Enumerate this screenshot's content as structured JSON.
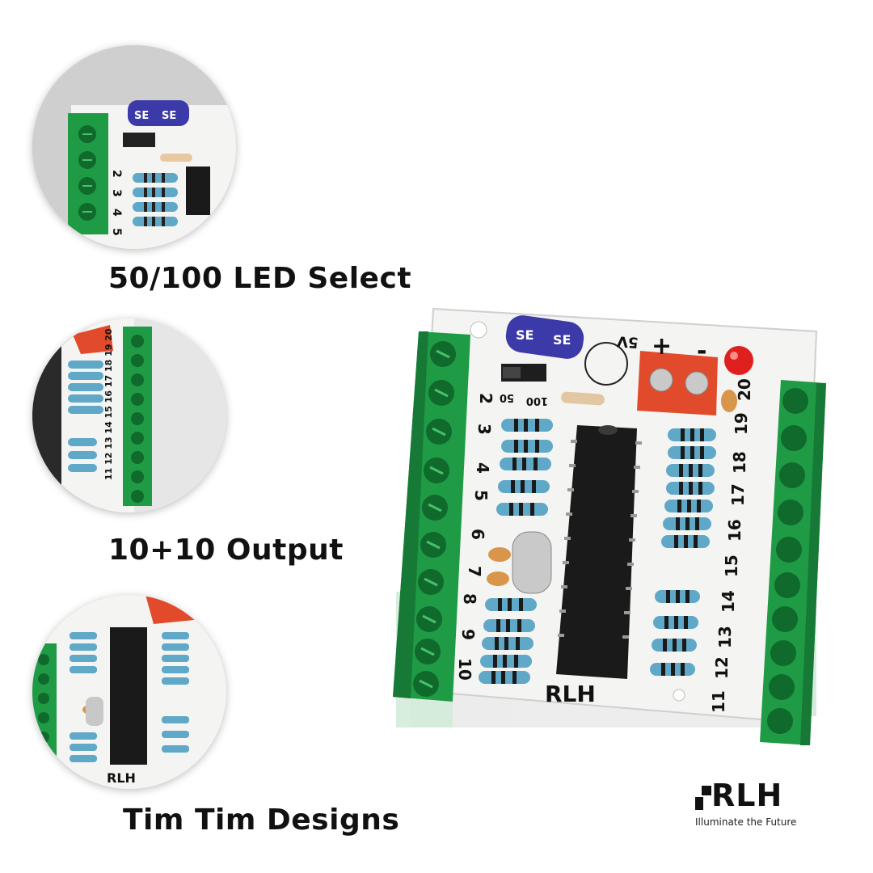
{
  "features": [
    {
      "label": "50/100 LED Select"
    },
    {
      "label": "10+10 Output"
    },
    {
      "label": "Tim Tim Designs"
    }
  ],
  "board": {
    "left_numbers": [
      "2",
      "3",
      "4",
      "5",
      "6",
      "7",
      "8",
      "9",
      "10"
    ],
    "right_numbers": [
      "20",
      "19",
      "18",
      "17",
      "16",
      "15",
      "14",
      "13",
      "12",
      "11"
    ],
    "jumper_labels": [
      "100",
      "50"
    ],
    "power_labels": {
      "voltage": "5V",
      "plus": "+",
      "minus": "-"
    },
    "silkscreen": "RLH",
    "capacitor_text": "SE"
  },
  "logo": {
    "wordmark": "RLH",
    "tagline": "Illuminate the Future"
  },
  "colors": {
    "pcb": "#f4f4f2",
    "terminal_green": "#1f9a45",
    "terminal_dark": "#0f6a2c",
    "chip": "#1a1a1a",
    "resistor": "#5fa8c8",
    "capacitor": "#3b3aa8",
    "connector_red": "#e24a2c",
    "led_red": "#e01f1f"
  }
}
